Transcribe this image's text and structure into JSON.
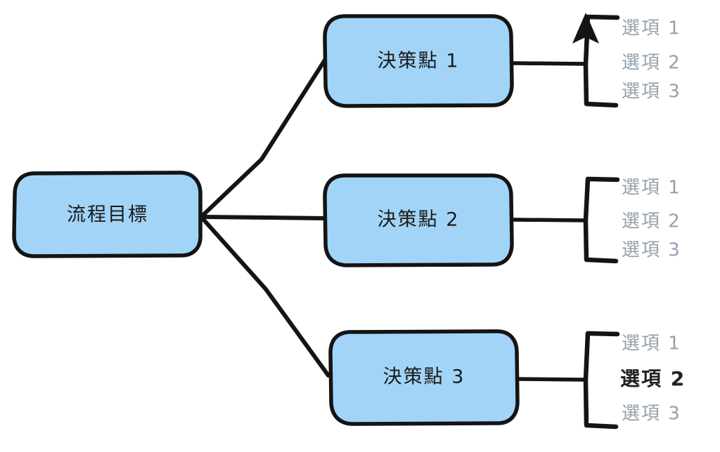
{
  "diagram": {
    "type": "decision-tree-mindmap",
    "background_color": "#ffffff",
    "node_fill_color": "#a2d4f7",
    "ink_color": "#141414",
    "option_muted_color": "#94a1ac",
    "option_highlight_color": "#222222",
    "root": {
      "label": "流程目標"
    },
    "branches": [
      {
        "node_label": "決策點 1",
        "has_arrow": true,
        "options": [
          {
            "label": "選項 1",
            "highlighted": false
          },
          {
            "label": "選項 2",
            "highlighted": false
          },
          {
            "label": "選項 3",
            "highlighted": false
          }
        ]
      },
      {
        "node_label": "決策點 2",
        "has_arrow": false,
        "options": [
          {
            "label": "選項 1",
            "highlighted": false
          },
          {
            "label": "選項 2",
            "highlighted": false
          },
          {
            "label": "選項 3",
            "highlighted": false
          }
        ]
      },
      {
        "node_label": "決策點 3",
        "has_arrow": false,
        "options": [
          {
            "label": "選項 1",
            "highlighted": false
          },
          {
            "label": "選項 2",
            "highlighted": true
          },
          {
            "label": "選項 3",
            "highlighted": false
          }
        ]
      }
    ]
  }
}
